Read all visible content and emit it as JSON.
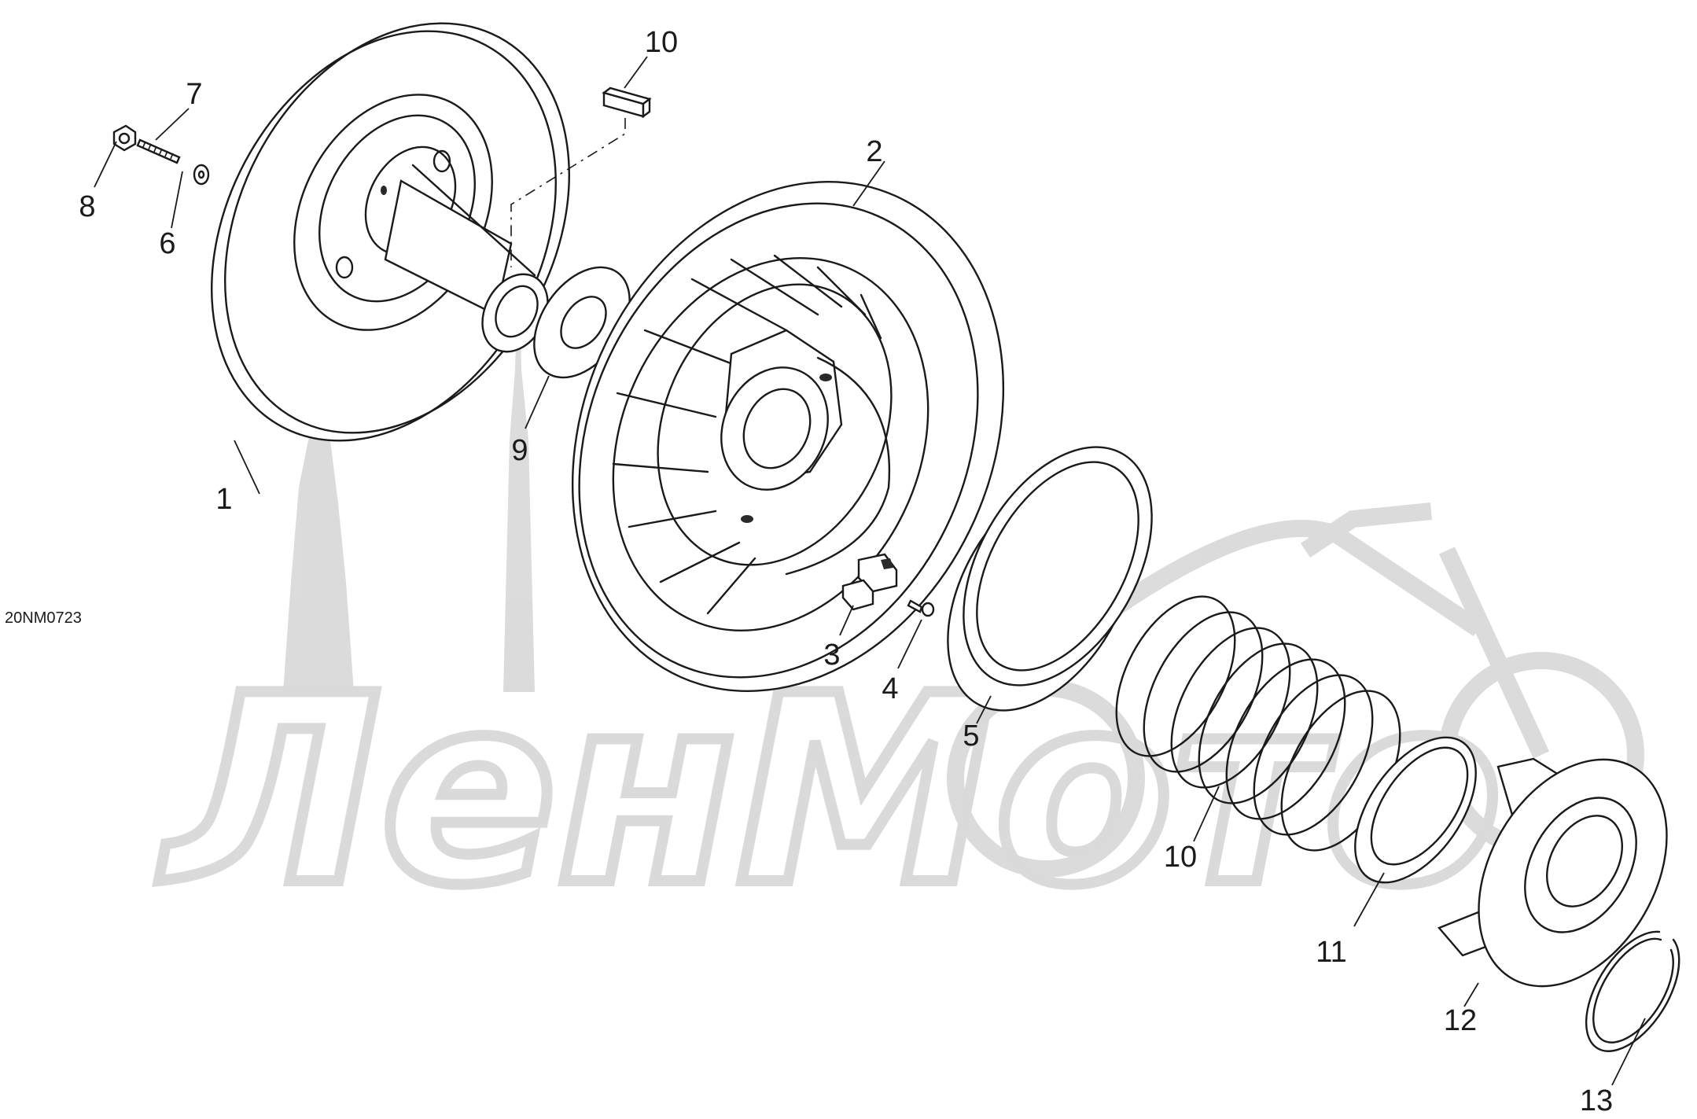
{
  "diagram_code": "20NM0723",
  "watermark": "ЛенМото",
  "callouts": [
    {
      "id": "c1",
      "label": "1"
    },
    {
      "id": "c2",
      "label": "2"
    },
    {
      "id": "c3",
      "label": "3"
    },
    {
      "id": "c4",
      "label": "4"
    },
    {
      "id": "c5",
      "label": "5"
    },
    {
      "id": "c6",
      "label": "6"
    },
    {
      "id": "c7",
      "label": "7"
    },
    {
      "id": "c8",
      "label": "8"
    },
    {
      "id": "c9",
      "label": "9"
    },
    {
      "id": "c10a",
      "label": "10"
    },
    {
      "id": "c10b",
      "label": "10"
    },
    {
      "id": "c11",
      "label": "11"
    },
    {
      "id": "c12",
      "label": "12"
    },
    {
      "id": "c13",
      "label": "13"
    }
  ]
}
